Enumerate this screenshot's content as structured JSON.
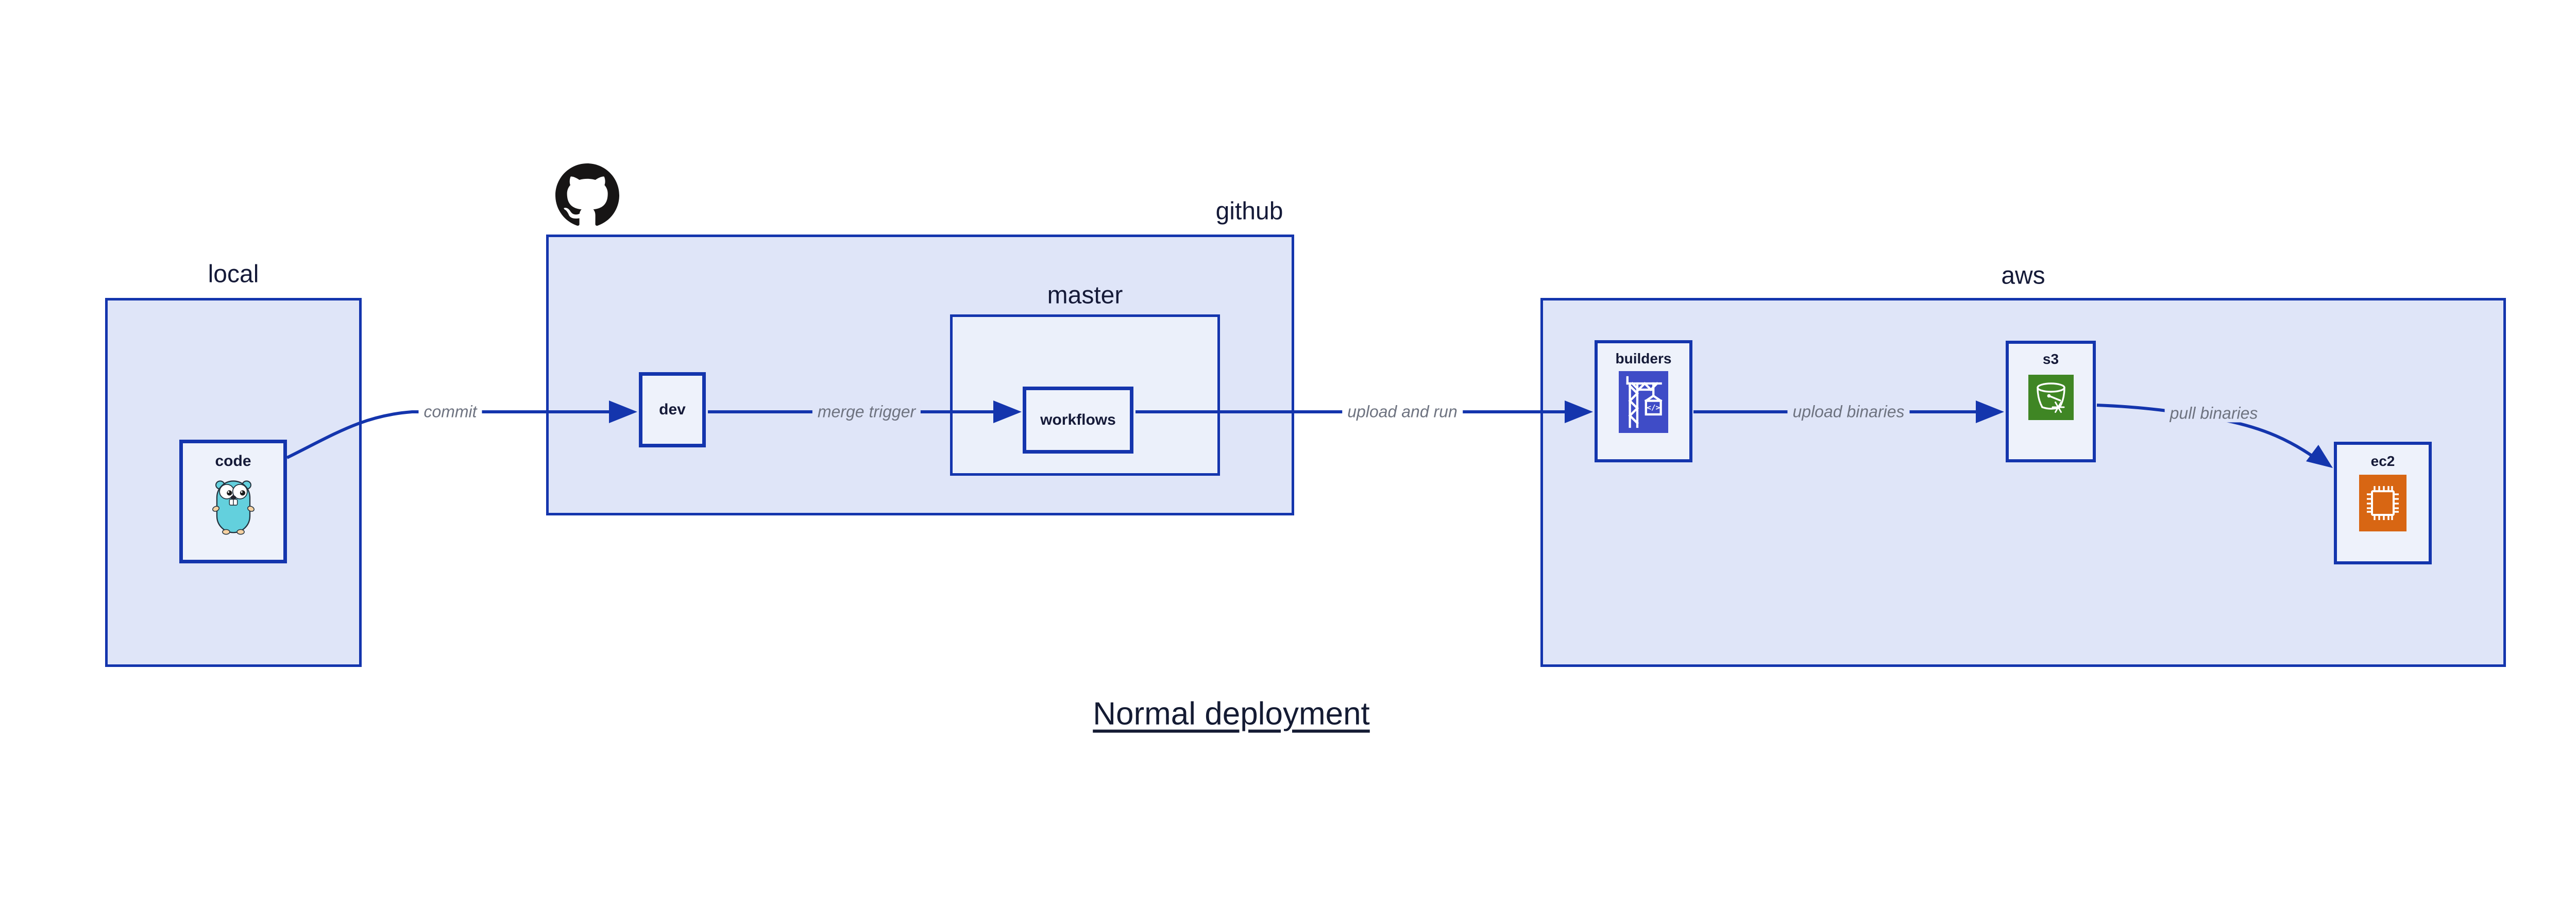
{
  "title": {
    "text": "Normal deployment"
  },
  "groups": {
    "local": {
      "label": "local"
    },
    "github": {
      "label": "github"
    },
    "master": {
      "label": "master"
    },
    "aws": {
      "label": "aws"
    }
  },
  "nodes": {
    "code": {
      "label": "code",
      "icon": "go-gopher"
    },
    "dev": {
      "label": "dev"
    },
    "workflows": {
      "label": "workflows"
    },
    "builders": {
      "label": "builders",
      "icon": "aws-codebuild-crane"
    },
    "s3": {
      "label": "s3",
      "icon": "aws-s3-glacier-bucket"
    },
    "ec2": {
      "label": "ec2",
      "icon": "aws-ec2-chip"
    }
  },
  "edges": {
    "commit": {
      "label": "commit"
    },
    "merge_trigger": {
      "label": "merge trigger"
    },
    "upload_and_run": {
      "label": "upload and run"
    },
    "upload_binaries": {
      "label": "upload binaries"
    },
    "pull_binaries": {
      "label": "pull binaries"
    }
  },
  "icons": {
    "github_logo": "github-octocat-mark"
  },
  "colors": {
    "accent": "#1435ad",
    "group-fill": "#dfe5f8",
    "master-fill": "#ebf0fa",
    "node-fill": "#eef2fb",
    "label-navy": "#151a38",
    "edge-label-gray": "#6e7380",
    "codebuild-indigo": "#3f4cc7",
    "s3-green": "#3f8624",
    "ec2-orange": "#d86613",
    "octocat-black": "#171515",
    "gopher-teal": "#63d0dd"
  }
}
